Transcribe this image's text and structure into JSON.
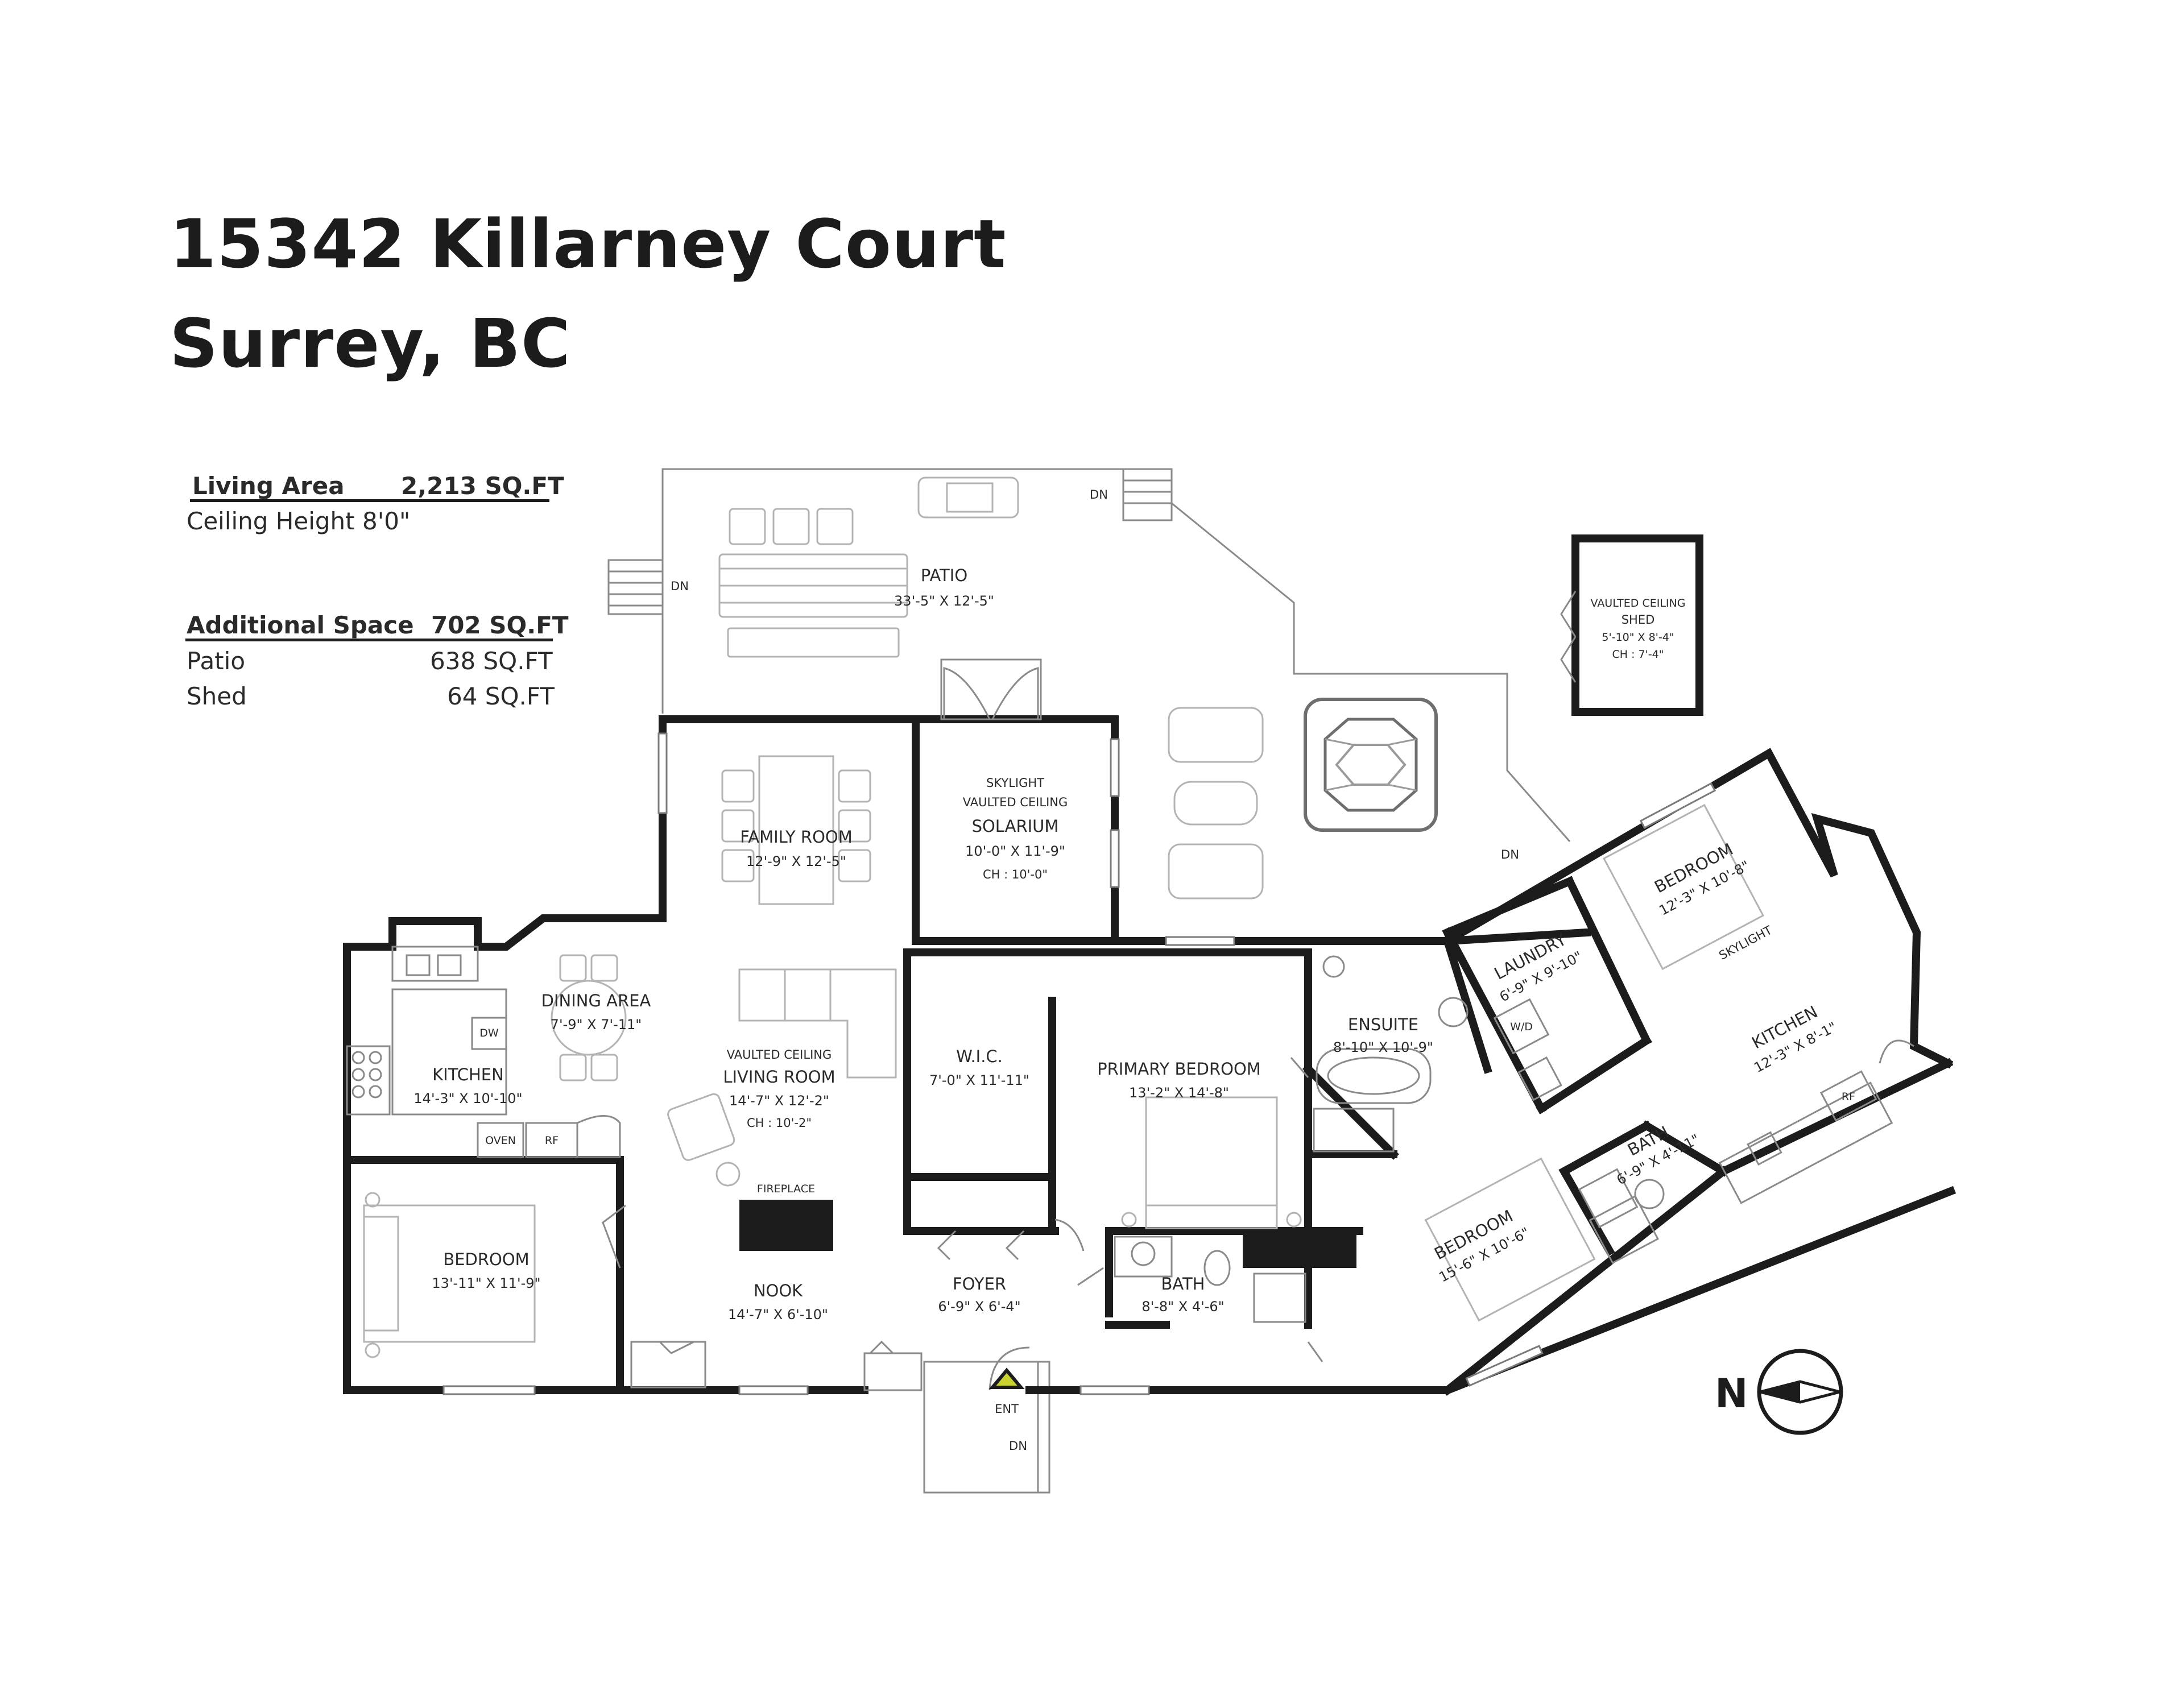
{
  "header": {
    "address": "15342 Killarney Court",
    "city": "Surrey, BC"
  },
  "summary": {
    "living_area_label": "Living Area",
    "living_area_value": "2,213 SQ.FT",
    "ceiling_height": "Ceiling Height 8'0\"",
    "additional_label": "Additional Space",
    "additional_value": "702 SQ.FT",
    "patio_label": "Patio",
    "patio_value": "638 SQ.FT",
    "shed_label": "Shed",
    "shed_value": "64 SQ.FT"
  },
  "rooms": {
    "patio": {
      "name": "PATIO",
      "dims": "33'-5\" X 12'-5\""
    },
    "shed": {
      "note": "VAULTED CEILING",
      "name": "SHED",
      "dims": "5'-10\" X 8'-4\"",
      "ch": "CH : 7'-4\""
    },
    "family_room": {
      "name": "FAMILY ROOM",
      "dims": "12'-9\" X 12'-5\""
    },
    "solarium": {
      "note1": "SKYLIGHT",
      "note2": "VAULTED CEILING",
      "name": "SOLARIUM",
      "dims": "10'-0\" X 11'-9\"",
      "ch": "CH : 10'-0\""
    },
    "dining_area": {
      "name": "DINING AREA",
      "dims": "7'-9\" X 7'-11\""
    },
    "kitchen": {
      "name": "KITCHEN",
      "dims": "14'-3\" X 10'-10\"",
      "dw": "DW",
      "oven": "OVEN",
      "rf": "RF"
    },
    "living_room": {
      "note": "VAULTED CEILING",
      "name": "LIVING ROOM",
      "dims": "14'-7\" X 12'-2\"",
      "ch": "CH : 10'-2\""
    },
    "fireplace": {
      "name": "FIREPLACE"
    },
    "wic": {
      "name": "W.I.C.",
      "dims": "7'-0\" X 11'-11\""
    },
    "primary_bedroom": {
      "name": "PRIMARY BEDROOM",
      "dims": "13'-2\" X 14'-8\""
    },
    "ensuite": {
      "name": "ENSUITE",
      "dims": "8'-10\" X 10'-9\""
    },
    "laundry": {
      "name": "LAUNDRY",
      "dims": "6'-9\" X 9'-10\"",
      "wd": "W/D"
    },
    "bedroom_ne": {
      "name": "BEDROOM",
      "dims": "12'-3\" X 10'-8\""
    },
    "skylight": {
      "name": "SKYLIGHT"
    },
    "kitchen_2": {
      "name": "KITCHEN",
      "dims": "12'-3\" X 8'-1\"",
      "rf": "RF"
    },
    "bath_east": {
      "name": "BATH",
      "dims": "6'-9\" X 4'-11\""
    },
    "bedroom_se": {
      "name": "BEDROOM",
      "dims": "15'-6\" X 10'-6\""
    },
    "bedroom_w": {
      "name": "BEDROOM",
      "dims": "13'-11\" X 11'-9\""
    },
    "nook": {
      "name": "NOOK",
      "dims": "14'-7\" X 6'-10\""
    },
    "foyer": {
      "name": "FOYER",
      "dims": "6'-9\" X 6'-4\""
    },
    "bath_center": {
      "name": "BATH",
      "dims": "8'-8\" X 4'-6\""
    }
  },
  "labels": {
    "dn": "DN",
    "ent": "ENT",
    "compass": "N"
  }
}
